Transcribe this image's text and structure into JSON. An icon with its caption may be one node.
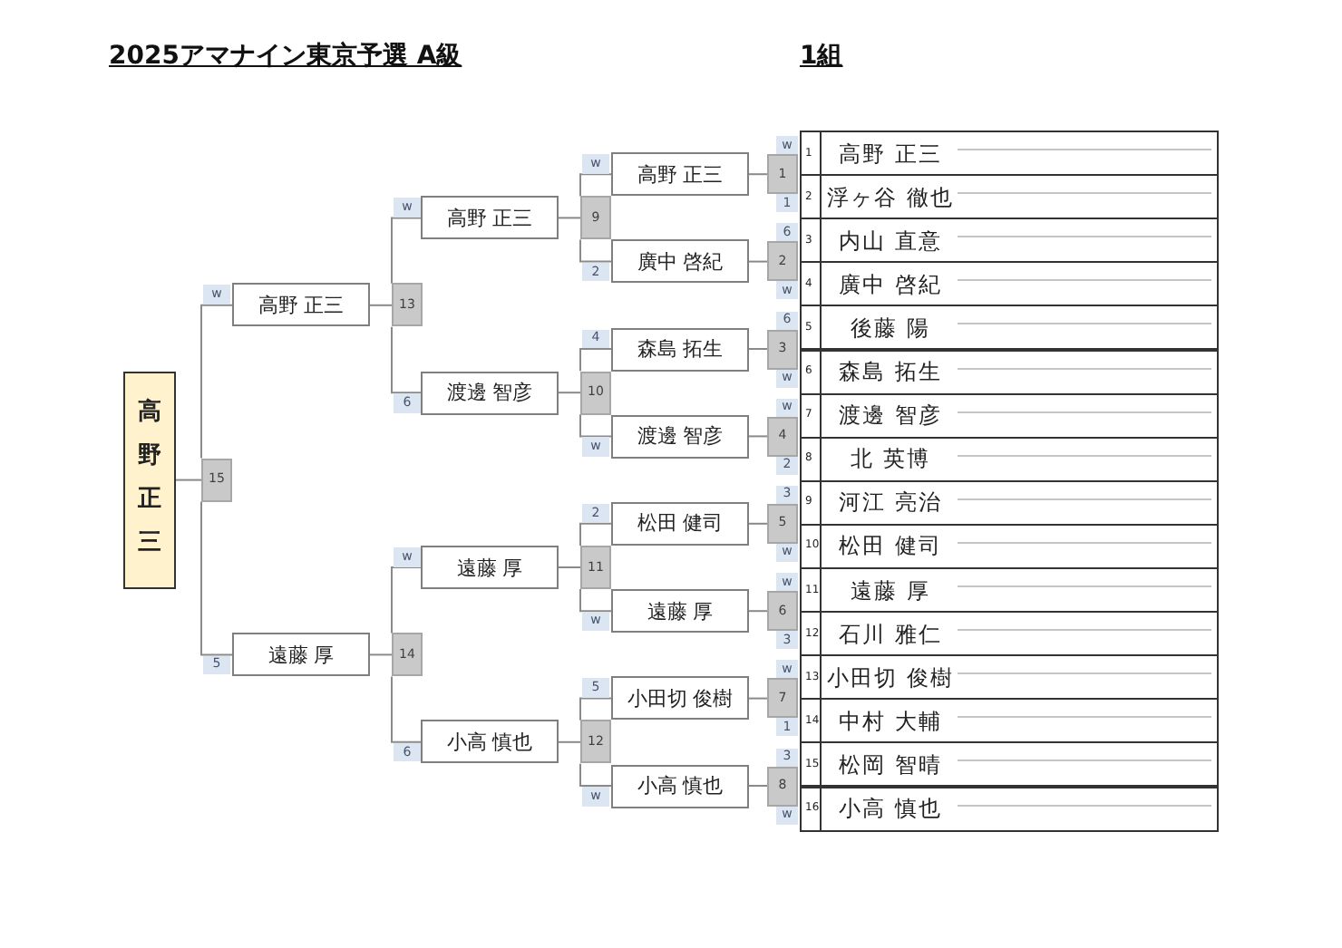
{
  "diagram": {
    "title": "2025アマナイン東京予選 A級",
    "nodes": [
      {
        "text": [
          "高野正三"
        ]
      },
      {
        "text": [
          "w"
        ]
      },
      {
        "text": [
          "15"
        ]
      },
      {
        "text": [
          "5"
        ]
      },
      {
        "text": [
          "高野 正三"
        ]
      },
      {
        "text": [
          "遠藤 厚"
        ]
      },
      {
        "text": [
          "w"
        ]
      },
      {
        "text": [
          "13"
        ]
      },
      {
        "text": [
          "6"
        ]
      },
      {
        "text": [
          "w"
        ]
      },
      {
        "text": [
          "14"
        ]
      },
      {
        "text": [
          "6"
        ]
      },
      {
        "text": [
          "高野 正三"
        ]
      },
      {
        "text": [
          "渡邊 智彦"
        ]
      },
      {
        "text": [
          "遠藤 厚"
        ]
      },
      {
        "text": [
          "小高 慎也"
        ]
      },
      {
        "text": [
          "w"
        ]
      },
      {
        "text": [
          "9"
        ]
      },
      {
        "text": [
          "2"
        ]
      },
      {
        "text": [
          "4"
        ]
      },
      {
        "text": [
          "10"
        ]
      },
      {
        "text": [
          "w"
        ]
      },
      {
        "text": [
          "2"
        ]
      },
      {
        "text": [
          "11"
        ]
      },
      {
        "text": [
          "w"
        ]
      },
      {
        "text": [
          "5"
        ]
      },
      {
        "text": [
          "12"
        ]
      },
      {
        "text": [
          "w"
        ]
      },
      {
        "text": [
          "高野 正三"
        ]
      },
      {
        "text": [
          "廣中 啓紀"
        ]
      },
      {
        "text": [
          "森島 拓生"
        ]
      },
      {
        "text": [
          "渡邊 智彦"
        ]
      },
      {
        "text": [
          "松田 健司"
        ]
      },
      {
        "text": [
          "遠藤 厚"
        ]
      },
      {
        "text": [
          "小田切 俊樹"
        ]
      },
      {
        "text": [
          "小高 慎也"
        ]
      },
      {
        "text": [
          "w"
        ]
      },
      {
        "text": [
          "1"
        ]
      },
      {
        "text": [
          "1"
        ]
      },
      {
        "text": [
          "6"
        ]
      },
      {
        "text": [
          "2"
        ]
      },
      {
        "text": [
          "w"
        ]
      },
      {
        "text": [
          "6"
        ]
      },
      {
        "text": [
          "3"
        ]
      },
      {
        "text": [
          "w"
        ]
      },
      {
        "text": [
          "w"
        ]
      },
      {
        "text": [
          "4"
        ]
      },
      {
        "text": [
          "2"
        ]
      },
      {
        "text": [
          "3"
        ]
      },
      {
        "text": [
          "5"
        ]
      },
      {
        "text": [
          "w"
        ]
      },
      {
        "text": [
          "w"
        ]
      },
      {
        "text": [
          "6"
        ]
      },
      {
        "text": [
          "3"
        ]
      },
      {
        "text": [
          "w"
        ]
      },
      {
        "text": [
          "7"
        ]
      },
      {
        "text": [
          "1"
        ]
      },
      {
        "text": [
          "3"
        ]
      },
      {
        "text": [
          "8"
        ]
      },
      {
        "text": [
          "w"
        ]
      },
      {
        "text": [
          "1",
          "高野 正三"
        ]
      },
      {
        "text": [
          "2",
          "浮ヶ谷 徹也"
        ]
      },
      {
        "text": [
          "3",
          "内山 直意"
        ]
      },
      {
        "text": [
          "4",
          "廣中 啓紀"
        ]
      },
      {
        "text": [
          "5",
          "後藤 陽"
        ]
      },
      {
        "text": [
          "6",
          "森島 拓生"
        ]
      },
      {
        "text": [
          "7",
          "渡邊 智彦"
        ]
      },
      {
        "text": [
          "8",
          "北 英博"
        ]
      },
      {
        "text": [
          "9",
          "河江 亮治"
        ]
      },
      {
        "text": [
          "10",
          "松田 健司"
        ]
      },
      {
        "text": [
          "11",
          "遠藤 厚"
        ]
      },
      {
        "text": [
          "12",
          "石川 雅仁"
        ]
      },
      {
        "text": [
          "13",
          "小田切 俊樹"
        ]
      },
      {
        "text": [
          "14",
          "中村 大輔"
        ]
      },
      {
        "text": [
          "15",
          "松岡 智晴"
        ]
      },
      {
        "text": [
          "16",
          "小高 慎也"
        ]
      }
    ],
    "edges": [
      {
        "from": 37,
        "to": 28,
        "arrow": "none"
      },
      {
        "from": 40,
        "to": 29,
        "arrow": "none"
      },
      {
        "from": 43,
        "to": 30,
        "arrow": "none"
      },
      {
        "from": 46,
        "to": 31,
        "arrow": "none"
      },
      {
        "from": 49,
        "to": 32,
        "arrow": "none"
      },
      {
        "from": 52,
        "to": 33,
        "arrow": "none"
      },
      {
        "from": 55,
        "to": 34,
        "arrow": "none"
      },
      {
        "from": 58,
        "to": 35,
        "arrow": "none"
      },
      {
        "from": 28,
        "to": 17,
        "arrow": "none"
      },
      {
        "from": 29,
        "to": 17,
        "arrow": "none"
      },
      {
        "from": 30,
        "to": 20,
        "arrow": "none"
      },
      {
        "from": 31,
        "to": 20,
        "arrow": "none"
      },
      {
        "from": 32,
        "to": 23,
        "arrow": "none"
      },
      {
        "from": 33,
        "to": 23,
        "arrow": "none"
      },
      {
        "from": 34,
        "to": 26,
        "arrow": "none"
      },
      {
        "from": 35,
        "to": 26,
        "arrow": "none"
      },
      {
        "from": 17,
        "to": 12,
        "arrow": "none"
      },
      {
        "from": 20,
        "to": 13,
        "arrow": "none"
      },
      {
        "from": 23,
        "to": 14,
        "arrow": "none"
      },
      {
        "from": 26,
        "to": 15,
        "arrow": "none"
      },
      {
        "from": 12,
        "to": 7,
        "arrow": "none"
      },
      {
        "from": 13,
        "to": 7,
        "arrow": "none"
      },
      {
        "from": 14,
        "to": 10,
        "arrow": "none"
      },
      {
        "from": 15,
        "to": 10,
        "arrow": "none"
      },
      {
        "from": 7,
        "to": 4,
        "arrow": "none"
      },
      {
        "from": 10,
        "to": 5,
        "arrow": "none"
      },
      {
        "from": 4,
        "to": 2,
        "arrow": "none"
      },
      {
        "from": 5,
        "to": 2,
        "arrow": "none"
      },
      {
        "from": 2,
        "to": 0,
        "arrow": "none"
      }
    ],
    "labels": [
      "1組"
    ]
  }
}
